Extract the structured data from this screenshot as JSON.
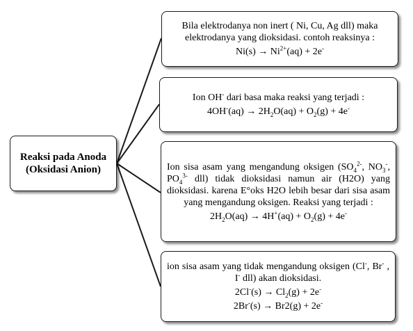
{
  "root": {
    "line1": "Reaksi pada Anoda",
    "line2": "(Oksidasi Anion)"
  },
  "boxes": [
    {
      "text_l1": "Bila elektrodanya non inert ( Ni, Cu, Ag dll) maka",
      "text_l2": "elektrodanya yang dioksidasi. contoh reaksinya :",
      "eq": "Ni(s) → Ni2+(aq) + 2e-"
    },
    {
      "text": "Ion OH- dari basa maka reaksi yang terjadi :",
      "eq": "4OH-(aq) → 2H2O(aq) + O2(g) + 4e-"
    },
    {
      "text": "Ion sisa asam yang mengandung oksigen (SO42-, NO3-, PO43- dll) tidak dioksidasi namun air (H2O) yang dioksidasi. karena E°oks H2O lebih besar dari sisa asam yang mengandung oksigen. Reaksi yang terjadi :",
      "eq": "2H2O(aq) → 4H+(aq) + O2(g) + 4e-"
    },
    {
      "text": "ion sisa asam yang tidak mengandung oksigen (Cl-, Br-, I- dll) akan dioksidasi.",
      "eq1": "2Cl-(s) → Cl2(g) + 2e-",
      "eq2": "2Br-(s) → Br2(g) + 2e-"
    }
  ]
}
